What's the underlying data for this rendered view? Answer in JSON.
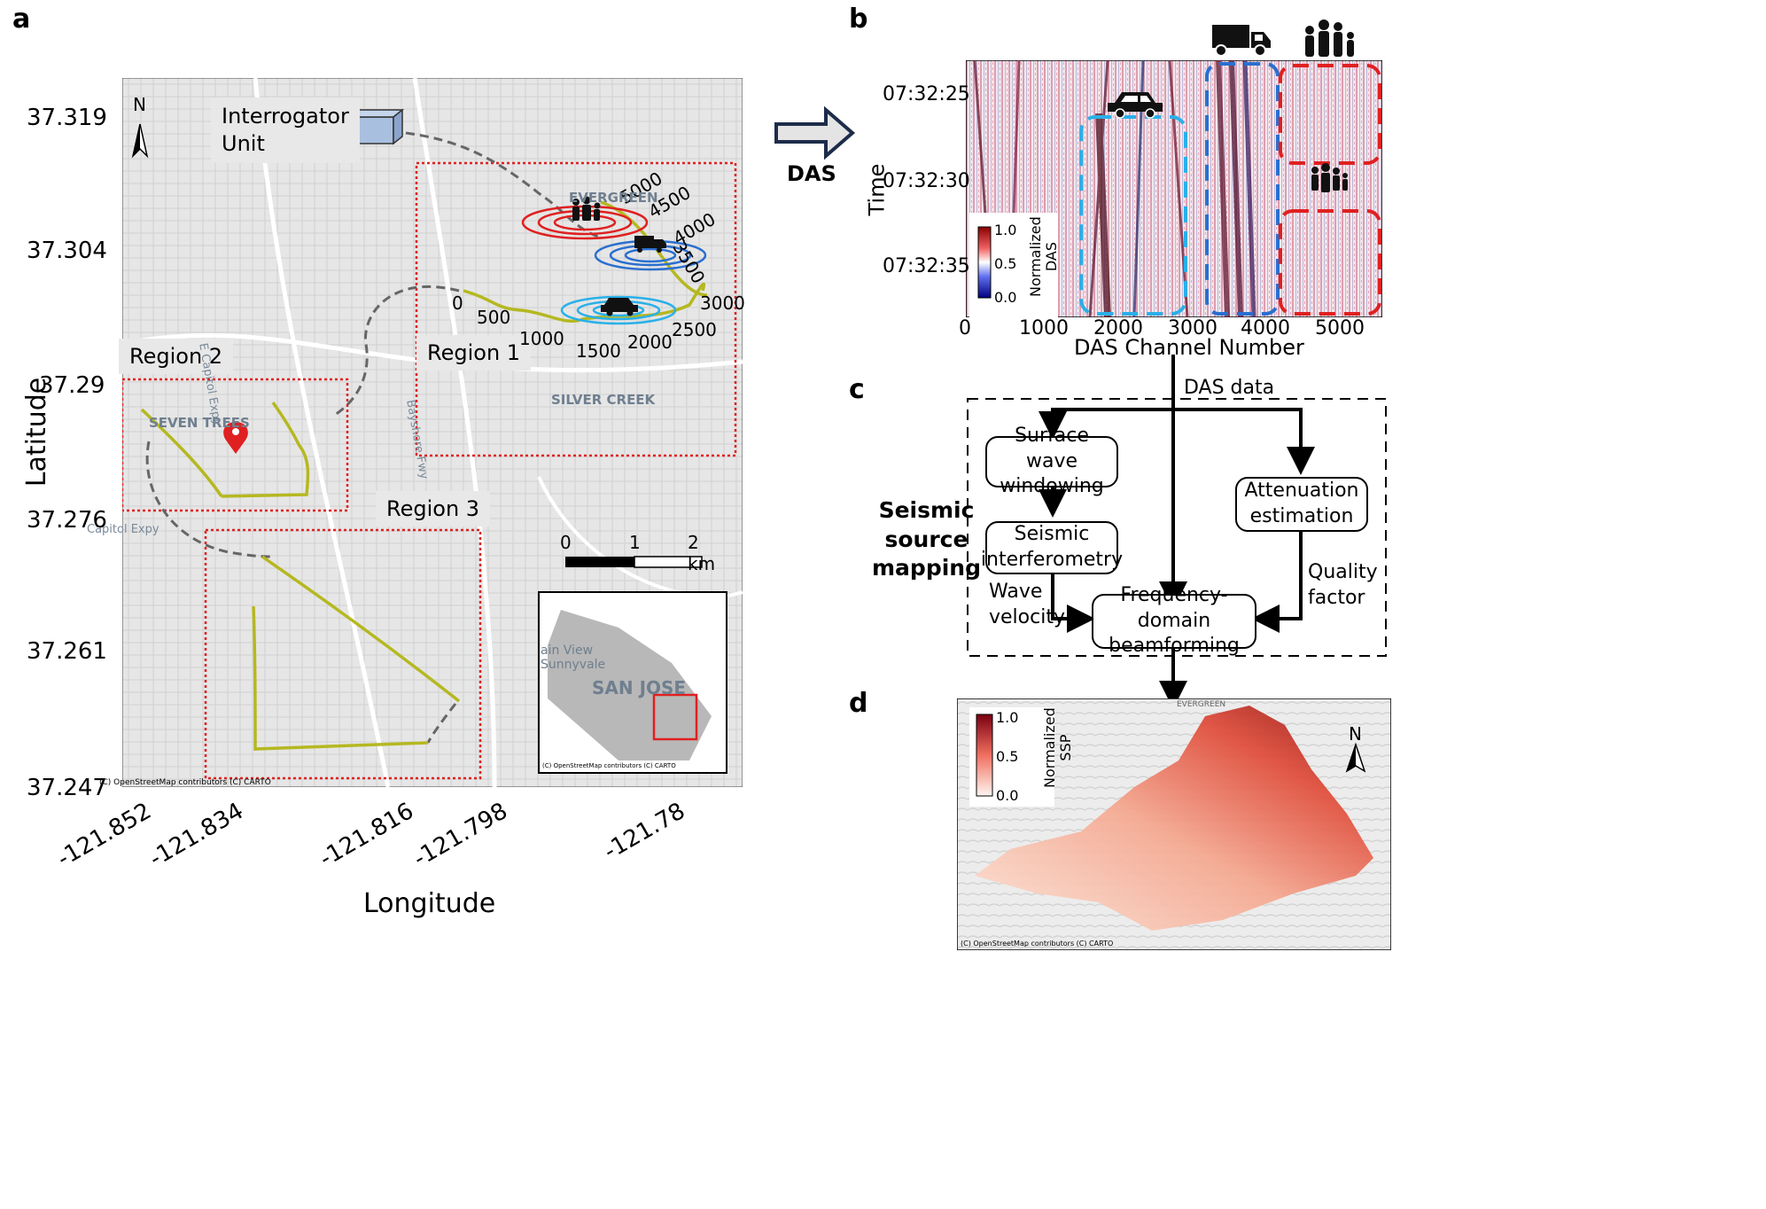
{
  "panel_a": {
    "label": "a",
    "yticks": [
      "37.319",
      "37.304",
      "37.29",
      "37.276",
      "37.261",
      "37.247"
    ],
    "xticks": [
      "-121.852",
      "-121.834",
      "-121.816",
      "-121.798",
      "-121.78"
    ],
    "xlabel": "Longitude",
    "ylabel": "Latitude",
    "interrogator": "Interrogator\nUnit",
    "regions": [
      "Region 1",
      "Region 2",
      "Region 3"
    ],
    "channels": [
      "0",
      "500",
      "1000",
      "1500",
      "2000",
      "2500",
      "3000",
      "3500",
      "4000",
      "4500",
      "5000"
    ],
    "scale_labels": [
      "0",
      "1",
      "2 km"
    ],
    "place_labels": [
      "EVERGREEN",
      "SILVER CREEK",
      "SEVEN TREES",
      "SAN JOSE",
      "ain View",
      "Sunnyvale",
      "Capitol Expy",
      "Bayshore Fwy",
      "E Capitol Expy"
    ],
    "attribution": "(C) OpenStreetMap contributors (C) CARTO",
    "north": "N"
  },
  "arrow_label": "DAS",
  "panel_b": {
    "label": "b",
    "ylabel": "Time",
    "yticks": [
      "07:32:25",
      "07:32:30",
      "07:32:35"
    ],
    "xticks": [
      "0",
      "1000",
      "2000",
      "3000",
      "4000",
      "5000"
    ],
    "xlabel": "DAS Channel Number",
    "colorbar": {
      "max": "1.0",
      "mid": "0.5",
      "min": "0.0",
      "label": "Normalized\nDAS"
    }
  },
  "panel_c": {
    "label": "c",
    "input_label": "DAS data",
    "side_label": "Seismic\nsource\nmapping",
    "boxes": {
      "windowing": "Surface wave\nwindowing",
      "interferometry": "Seismic\ninterferometry",
      "attenuation": "Attenuation\nestimation",
      "beamforming": "Frequency-domain\nbeamforming"
    },
    "wave_velocity": "Wave\nvelocity",
    "quality_factor": "Quality\nfactor"
  },
  "panel_d": {
    "label": "d",
    "colorbar": {
      "max": "1.0",
      "mid": "0.5",
      "min": "0.0",
      "label": "Normalized\nSSP"
    },
    "north": "N",
    "place": "EVERGREEN",
    "attribution": "(C) OpenStreetMap contributors (C) CARTO"
  },
  "colors": {
    "route": "#b5b820",
    "region": "#e02020",
    "red_zone": "#e02020",
    "blue_zone": "#2a9fe0",
    "das_red": "#c0102a",
    "das_blue": "#203090"
  }
}
